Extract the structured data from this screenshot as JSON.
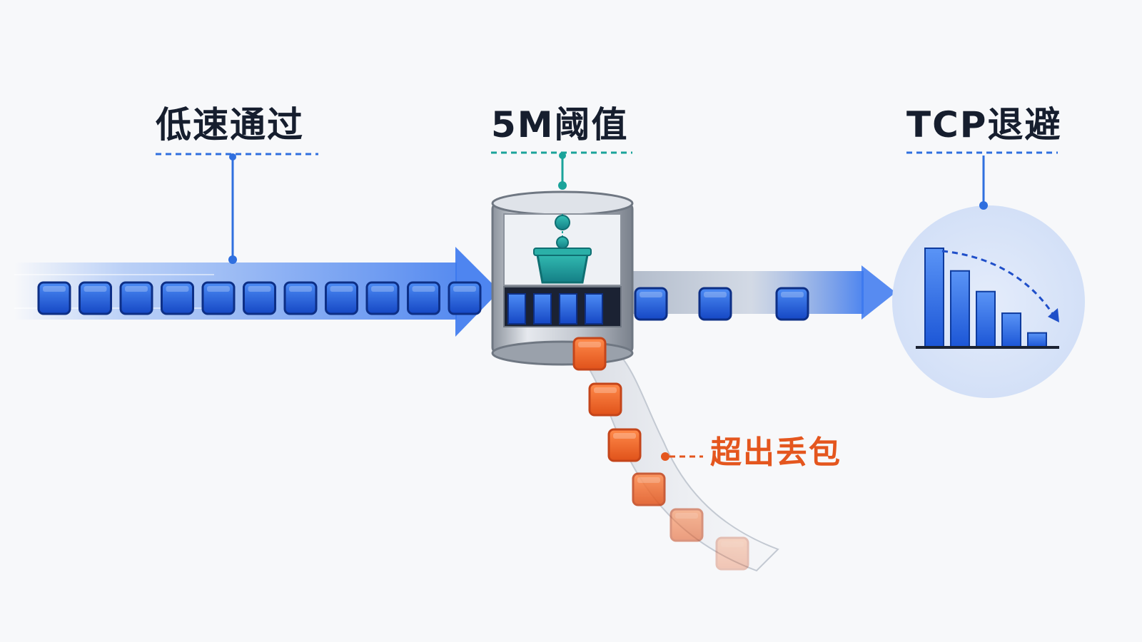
{
  "labels": {
    "slow_pass": "低速通过",
    "threshold": "5M阈值",
    "tcp_backoff": "TCP退避",
    "overflow_drop": "超出丢包"
  },
  "colors": {
    "packet_blue": "#1f63e0",
    "dropped_orange": "#f0672a",
    "threshold_teal": "#1aa39a",
    "title_text": "#161e2e",
    "drop_text": "#e4561e"
  },
  "icons": {
    "policer": "bucket-gate-icon",
    "backoff": "declining-bar-chart-icon"
  },
  "backoff_bars": [
    1.0,
    0.77,
    0.56,
    0.34,
    0.14
  ]
}
